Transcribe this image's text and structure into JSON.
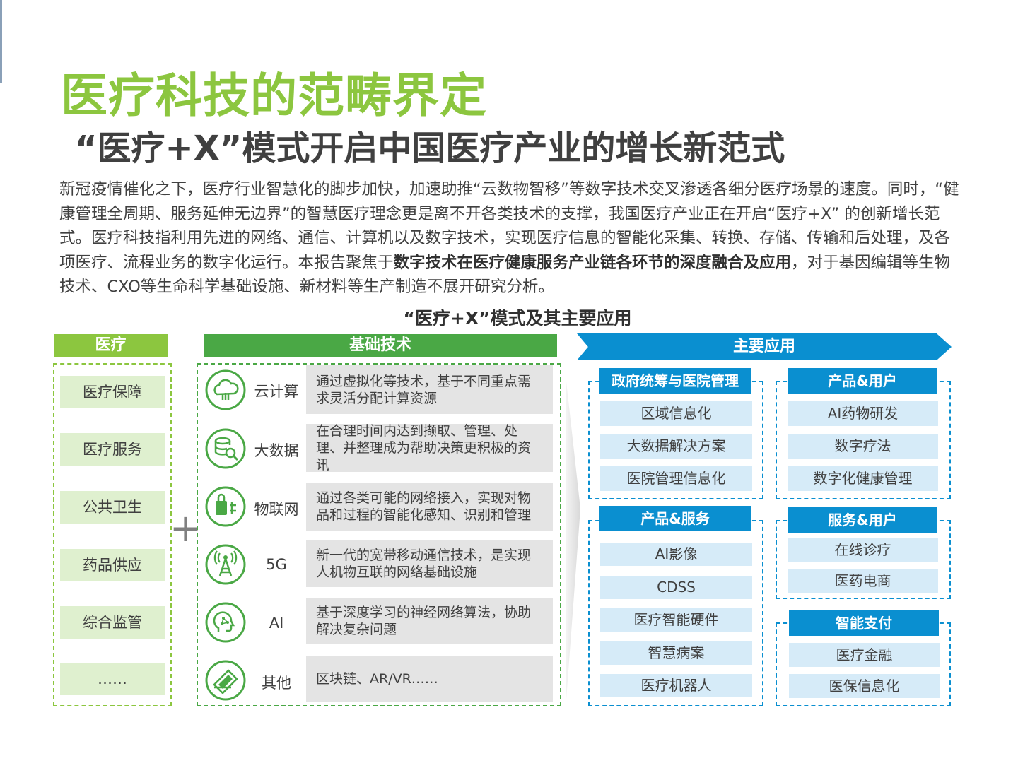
{
  "header": {
    "title": "医疗科技的范畴界定",
    "subtitle": "“医疗+X”模式开启中国医疗产业的增长新范式"
  },
  "intro": {
    "part1": "新冠疫情催化之下，医疗行业智慧化的脚步加快，加速助推“云数物智移”等数字技术交叉渗透各细分医疗场景的速度。同时，“健康管理全周期、服务延伸无边界”的智慧医疗理念更是离不开各类技术的支撑，我国医疗产业正在开启“医疗+X” 的创新增长范式。医疗科技指利用先进的网络、通信、计算机以及数字技术，实现医疗信息的智能化采集、转换、存储、传输和后处理，及各项医疗、流程业务的数字化运行。本报告聚焦于",
    "bold": "数字技术在医疗健康服务产业链各环节的深度融合及应用",
    "part2": "，对于基因编辑等生物技术、CXO等生命科学基础设施、新材料等生产制造不展开研究分析。"
  },
  "diagram": {
    "title": "“医疗+X”模式及其主要应用",
    "plus": "+",
    "medical": {
      "header": "医疗",
      "items": [
        "医疗保障",
        "医疗服务",
        "公共卫生",
        "药品供应",
        "综合监管",
        "……"
      ]
    },
    "tech": {
      "header": "基础技术",
      "items": [
        {
          "name": "云计算",
          "icon": "cloud-icon",
          "desc": "通过虚拟化等技术，基于不同重点需求灵活分配计算资源"
        },
        {
          "name": "大数据",
          "icon": "database-search-icon",
          "desc": "在合理时间内达到撷取、管理、处理、并整理成为帮助决策更积极的资讯"
        },
        {
          "name": "物联网",
          "icon": "iot-plug-icon",
          "desc": "通过各类可能的网络接入，实现对物品和过程的智能化感知、识别和管理"
        },
        {
          "name": "5G",
          "icon": "signal-tower-icon",
          "desc": "新一代的宽带移动通信技术，是实现人机物互联的网络基础设施"
        },
        {
          "name": "AI",
          "icon": "ai-brain-icon",
          "desc": "基于深度学习的神经网络算法，协助解决复杂问题"
        },
        {
          "name": "其他",
          "icon": "scanner-icon",
          "desc": "区块链、AR/VR……"
        }
      ]
    },
    "apps": {
      "header": "主要应用",
      "groups": [
        {
          "title": "政府统筹与医院管理",
          "items": [
            "区域信息化",
            "大数据解决方案",
            "医院管理信息化"
          ]
        },
        {
          "title": "产品&用户",
          "items": [
            "AI药物研发",
            "数字疗法",
            "数字化健康管理"
          ]
        },
        {
          "title": "产品&服务",
          "items": [
            "AI影像",
            "CDSS",
            "医疗智能硬件",
            "智慧病案",
            "医疗机器人"
          ]
        },
        {
          "title": "服务&用户",
          "items": [
            "在线诊疗",
            "医药电商"
          ]
        },
        {
          "title": "智能支付",
          "items": [
            "医疗金融",
            "医保信息化"
          ]
        }
      ]
    },
    "colors": {
      "green_light": "#8cc63f",
      "green_dark": "#4aa845",
      "blue": "#0a8fd0",
      "light_green_fill": "#dff0cf",
      "light_blue_fill": "#d6ebf8",
      "gray_fill": "#e4e4e4"
    }
  }
}
